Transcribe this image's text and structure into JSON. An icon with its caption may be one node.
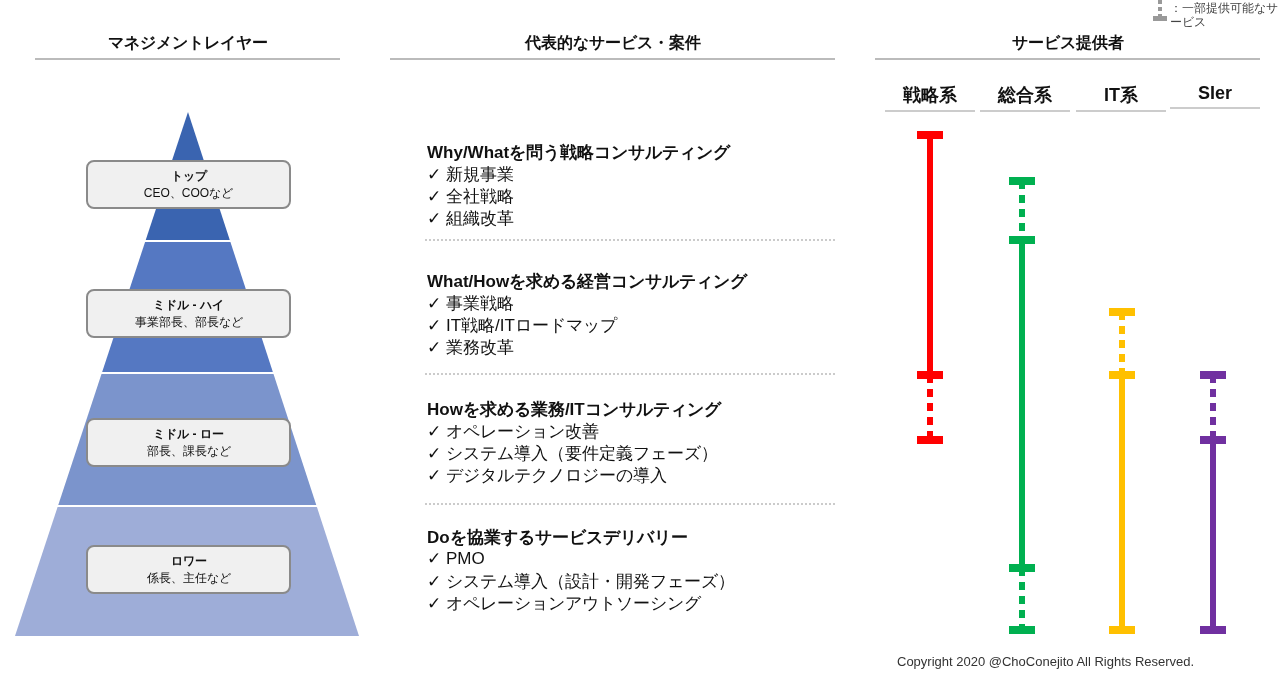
{
  "diagram": {
    "nodes": [
      {
        "text": [
          "トップ",
          "CEO、COOなど"
        ]
      },
      {
        "text": [
          "ミドル - ハイ",
          "事業部長、部長など"
        ]
      },
      {
        "text": [
          "ミドル - ロー",
          "部長、課長など"
        ]
      },
      {
        "text": [
          "ロワー",
          "係長、主任など"
        ]
      }
    ],
    "labels": [
      "マネジメントレイヤー",
      "代表的なサービス・案件",
      "サービス提供者",
      "戦略系",
      "総合系",
      "IT系",
      "SIer",
      "Why/Whatを問う戦略コンサルティング",
      "✓ 新規事業",
      "✓ 全社戦略",
      "✓ 組織改革",
      "What/Howを求める経営コンサルティング",
      "✓ 事業戦略",
      "✓ IT戦略/ITロードマップ",
      "✓ 業務改革",
      "Howを求める業務/ITコンサルティング",
      "✓ オペレーション改善",
      "✓ システム導入（要件定義フェーズ）",
      "✓ デジタルテクノロジーの導入",
      "Doを協業するサービスデリバリー",
      "✓ PMO",
      "✓ システム導入（設計・開発フェーズ）",
      "✓ オペレーションアウトソーシング",
      "Copyright 2020 @ChoConejito All Rights Reserved."
    ],
    "legend": [
      {
        "text": "：一部提供可能なサービス"
      }
    ]
  }
}
